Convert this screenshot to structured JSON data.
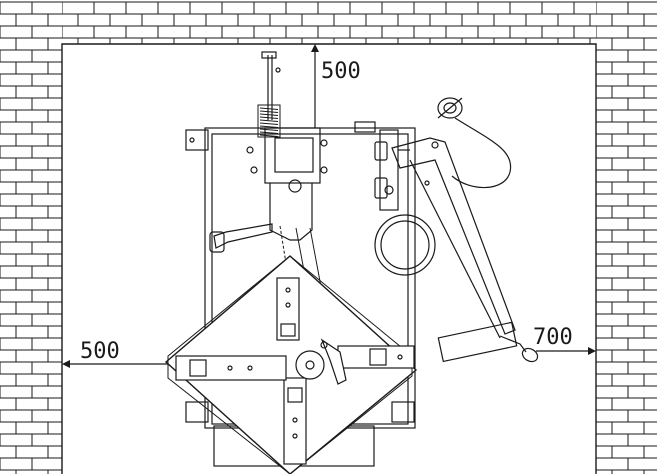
{
  "diagram": {
    "clearances": {
      "rear": "500",
      "left": "500",
      "right": "700"
    },
    "colors": {
      "line": "#1a1a1a",
      "background": "#ffffff"
    }
  }
}
